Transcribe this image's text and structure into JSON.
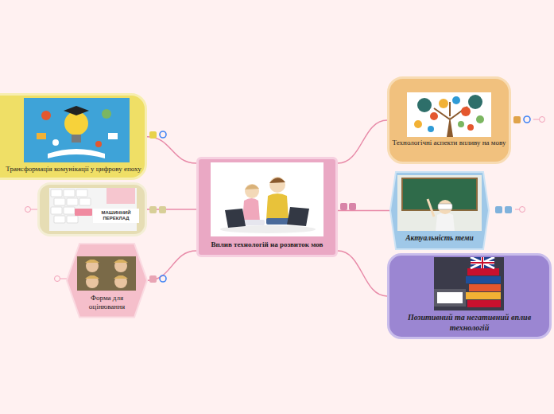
{
  "diagram": {
    "nodes": [
      {
        "text": [
          "Вплив технологій на розвиток мов"
        ]
      },
      {
        "text": [
          "Технологічні аспекти впливу на мову"
        ]
      },
      {
        "text": [
          "Актуальність теми"
        ]
      },
      {
        "text": [
          "Позитивний та негативний вплив технологій"
        ]
      },
      {
        "text": [
          "Трансформація комунікації у цифрову епоху"
        ]
      },
      {
        "text": [
          "Форма для оцінювання"
        ]
      }
    ],
    "edges": [
      {
        "from": 0,
        "to": 1,
        "arrow": "none"
      },
      {
        "from": 0,
        "to": 2,
        "arrow": "none"
      },
      {
        "from": 0,
        "to": 3,
        "arrow": "none"
      },
      {
        "from": 0,
        "to": 4,
        "arrow": "none"
      },
      {
        "from": 0,
        "to": 5,
        "arrow": "none"
      }
    ],
    "labels": [
      "МАШИННИЙ ПЕРЕКЛАД"
    ]
  }
}
